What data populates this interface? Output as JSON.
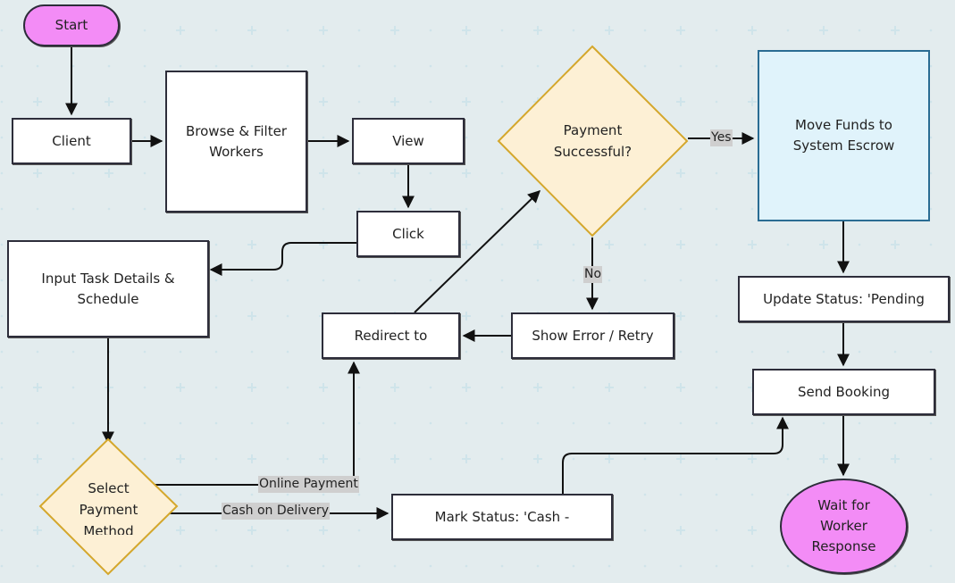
{
  "colors": {
    "terminal_fill": "#f38cf6",
    "decision_fill": "#fdf0d5",
    "decision_stroke": "#d4a72c",
    "highlight_fill": "#e0f3fb",
    "highlight_stroke": "#2a6c93",
    "edge_color": "#111111",
    "grid_marker": "#cfe4ea"
  },
  "nodes": {
    "start": "Start",
    "client": "Client",
    "browse": "Browse & Filter\nWorkers",
    "view": "View",
    "click": "Click",
    "input_task": "Input Task Details &\nSchedule",
    "select_payment": "Select\nPayment\nMethod",
    "redirect": "Redirect to",
    "payment_successful": "Payment\nSuccessful?",
    "show_error": "Show Error / Retry",
    "move_funds": "Move Funds to\nSystem Escrow",
    "update_status": "Update Status: 'Pending",
    "send_booking": "Send Booking",
    "mark_status": "Mark Status: 'Cash -",
    "wait": "Wait for\nWorker\nResponse"
  },
  "edge_labels": {
    "yes": "Yes",
    "no": "No",
    "online_payment": "Online Payment",
    "cash_on_delivery": "Cash on Delivery"
  }
}
